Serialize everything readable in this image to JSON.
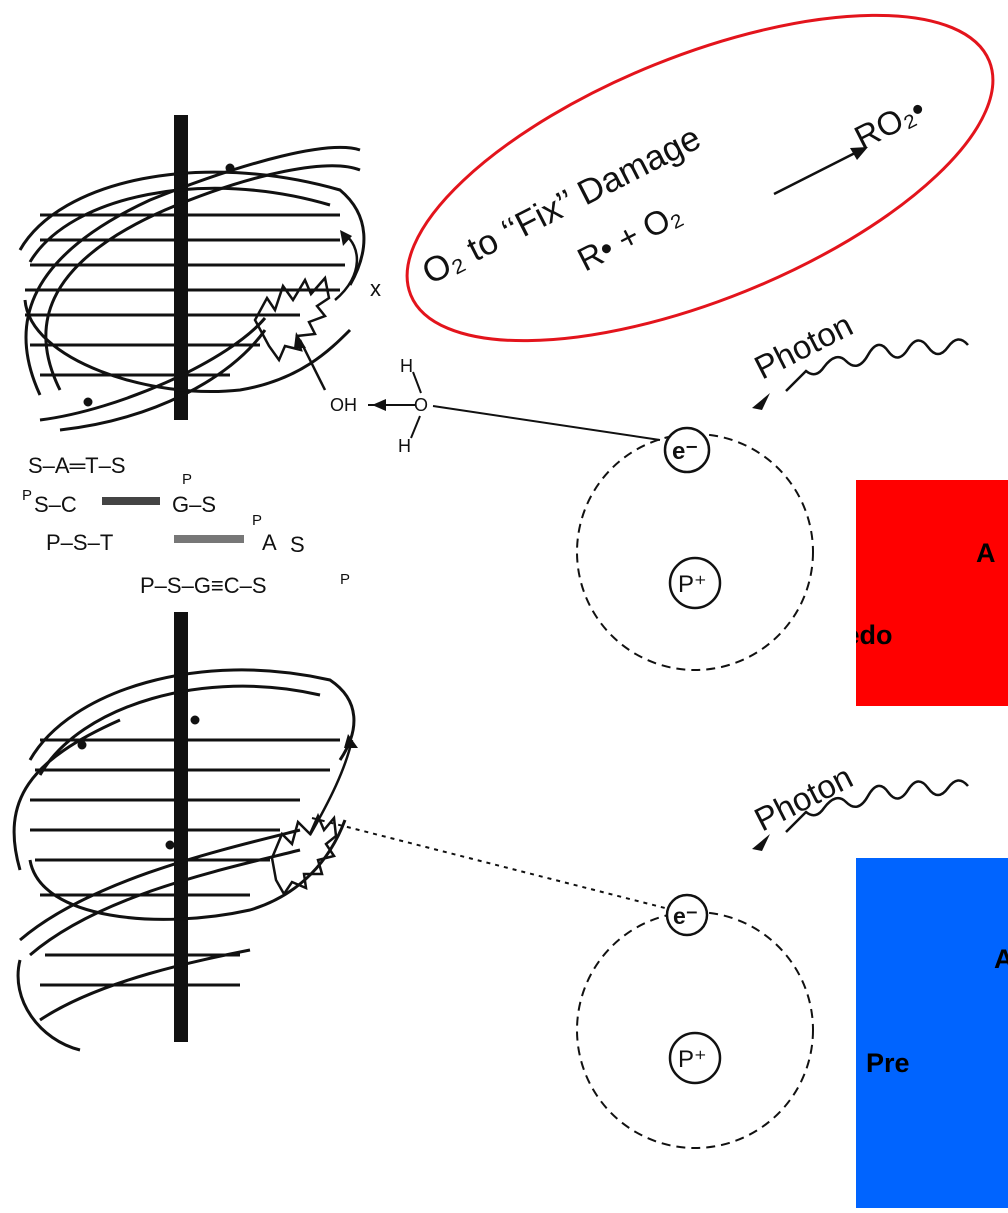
{
  "colors": {
    "ellipse": "#e3141c",
    "red_box": "#ff0000",
    "blue_box": "#0064ff",
    "ink": "#111111"
  },
  "callout": {
    "line1": "O₂ to ‘‘Fix’’ Damage",
    "line2": "R• + O₂",
    "line3": "RO₂•"
  },
  "base_pairs": {
    "row1": "S–A═T–S",
    "row2": "S–C",
    "row2b": "G–S",
    "row3": "P–S–T",
    "row3b": "A",
    "row4": "P–S–G≡C–S",
    "p": "P",
    "s": "S"
  },
  "water": {
    "oh": "OH",
    "o": "O",
    "h": "H"
  },
  "photon_label": "Photon",
  "electron_label": "e⁻",
  "proton_label": "P⁺",
  "red_box": {
    "line1": "A",
    "line2": "Predo"
  },
  "blue_box": {
    "line1": "A",
    "line2": "Pre"
  }
}
